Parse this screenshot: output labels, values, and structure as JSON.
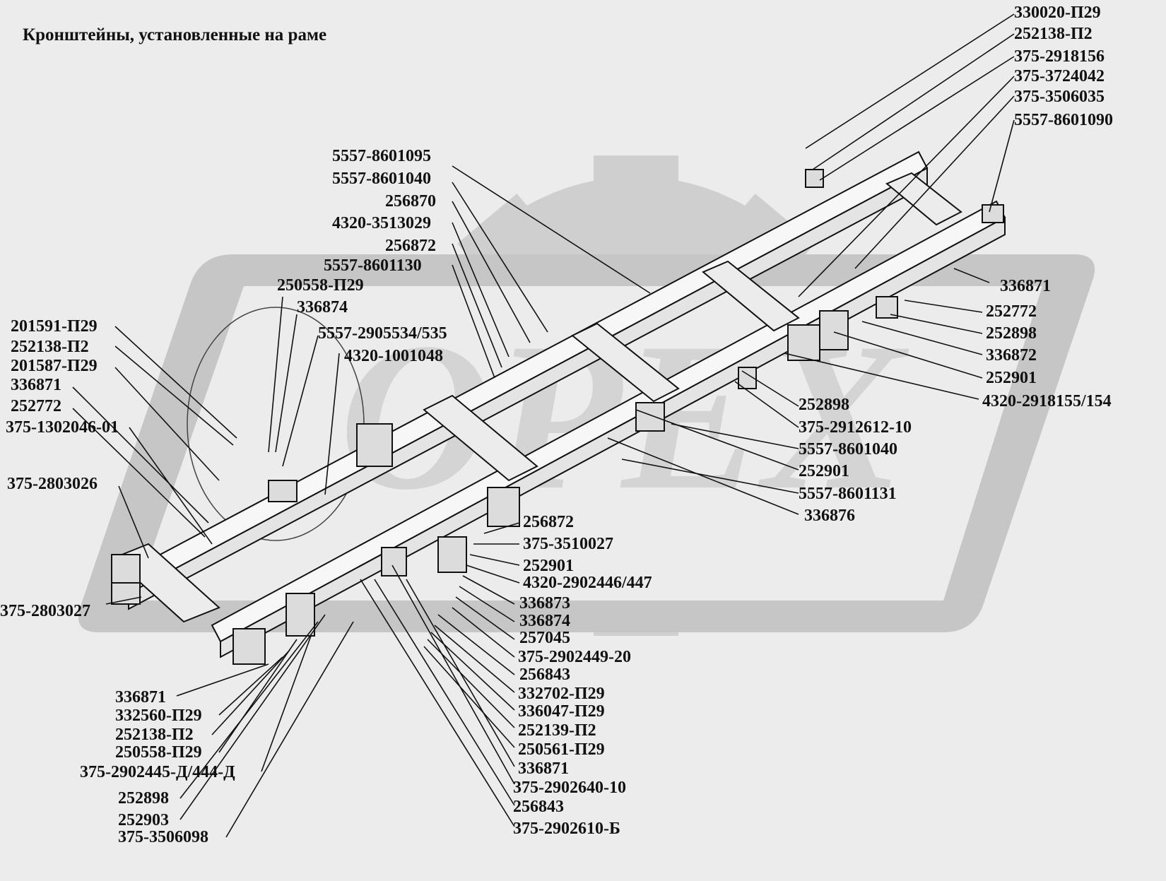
{
  "title": "Кронштейны, установленные на раме",
  "watermark": {
    "text": "ОРЕХ"
  },
  "colors": {
    "background": "#ececec",
    "watermark": "#c9c9c9",
    "line": "#111111",
    "frame_fill": "#f7f7f7"
  },
  "labels": {
    "top_right": [
      "330020-П29",
      "252138-П2",
      "375-2918156",
      "375-3724042",
      "375-3506035",
      "5557-8601090"
    ],
    "top_center": [
      "5557-8601095",
      "5557-8601040",
      "256870",
      "4320-3513029",
      "256872",
      "5557-8601130",
      "250558-П29",
      "336874",
      "5557-2905534/535",
      "4320-1001048"
    ],
    "left": [
      "201591-П29",
      "252138-П2",
      "201587-П29",
      "336871",
      "252772",
      "375-1302046-01",
      "375-2803026",
      "375-2803027"
    ],
    "right": [
      "336871",
      "252772",
      "252898",
      "336872",
      "252901",
      "4320-2918155/154",
      "252898",
      "375-2912612-10",
      "5557-8601040",
      "252901",
      "5557-8601131",
      "336876"
    ],
    "center_right": [
      "256872",
      "375-3510027",
      "252901",
      "4320-2902446/447",
      "336873",
      "336874",
      "257045",
      "375-2902449-20",
      "256843",
      "332702-П29",
      "336047-П29",
      "252139-П2",
      "250561-П29",
      "336871",
      "375-2902640-10",
      "256843",
      "375-2902610-Б"
    ],
    "bottom_left": [
      "336871",
      "332560-П29",
      "252138-П2",
      "250558-П29",
      "375-2902445-Д/444-Д",
      "252898",
      "252903",
      "375-3506098"
    ]
  }
}
